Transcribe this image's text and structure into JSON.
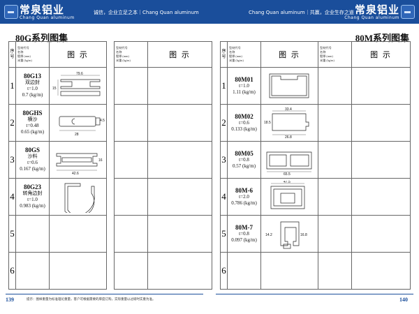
{
  "header": {
    "logo_cn": "常泉铝业",
    "logo_en": "Chang Quan aluminum",
    "slogan_left": "诚信，企业立足之本｜Chang Quan aluminum",
    "slogan_right": "Chang Quan aluminum｜共赢，企业生存之道"
  },
  "sections": {
    "left_title": "80G系列图集",
    "right_title": "80M系列图集"
  },
  "table_header": {
    "idx": "序号",
    "labels": [
      "型材代号",
      "名称",
      "壁厚 (mm)",
      "米重 (kg/m)"
    ],
    "pic": "图 示"
  },
  "left_rows": [
    {
      "no": "1",
      "code": "80G13",
      "name": "双边封",
      "t": "t=1.0",
      "w": "0.7 (kg/m)",
      "dims": [
        "79.6",
        "15"
      ]
    },
    {
      "no": "2",
      "code": "80GHS",
      "name": "横沙",
      "t": "t=0.48",
      "w": "0.65 (kg/m)",
      "dims": [
        "28",
        "4.5"
      ]
    },
    {
      "no": "3",
      "code": "80GS",
      "name": "沙料",
      "t": "t=0.6",
      "w": "0.167 (kg/m)",
      "dims": [
        "42.6",
        "16"
      ]
    },
    {
      "no": "4",
      "code": "80G23",
      "name": "转角边封",
      "t": "t=1.0",
      "w": "0.983 (kg/m)",
      "dims": []
    },
    {
      "no": "5",
      "code": "",
      "name": "",
      "t": "",
      "w": "",
      "dims": []
    },
    {
      "no": "6",
      "code": "",
      "name": "",
      "t": "",
      "w": "",
      "dims": []
    }
  ],
  "right_rows": [
    {
      "no": "1",
      "code": "80M01",
      "name": "",
      "t": "t=1.0",
      "w": "1.11 (kg/m)",
      "dims": []
    },
    {
      "no": "2",
      "code": "80M02",
      "name": "",
      "t": "t=0.6",
      "w": "0.133 (kg/m)",
      "dims": [
        "33.4",
        "26.8",
        "18.5"
      ]
    },
    {
      "no": "3",
      "code": "80M05",
      "name": "",
      "t": "t=0.8",
      "w": "0.57 (kg/m)",
      "dims": [
        "65.5"
      ]
    },
    {
      "no": "4",
      "code": "80M-6",
      "name": "",
      "t": "t=2.0",
      "w": "0.786 (kg/m)",
      "dims": [
        "47.5"
      ]
    },
    {
      "no": "5",
      "code": "80M-7",
      "name": "",
      "t": "t=0.8",
      "w": "0.097 (kg/m)",
      "dims": [
        "14.2",
        "16.8"
      ]
    },
    {
      "no": "6",
      "code": "",
      "name": "",
      "t": "",
      "w": "",
      "dims": []
    }
  ],
  "footer": {
    "page_left": "139",
    "page_right": "140",
    "note": "提示：图样重量为标准理论重量，客户可根据需要的厚度订购，实际重量以过磅时实重为准。"
  },
  "colors": {
    "brand": "#1a4e9b",
    "grid": "#666666"
  }
}
